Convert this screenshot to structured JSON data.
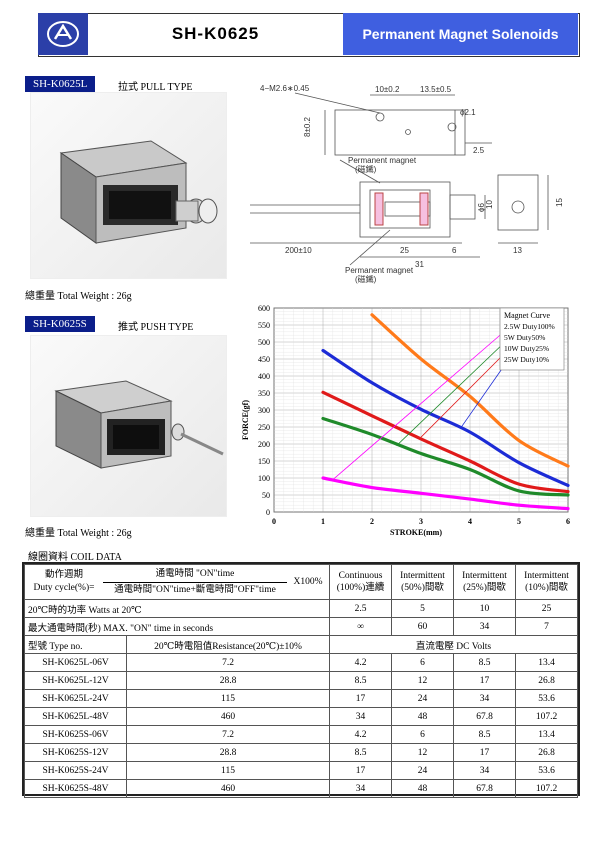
{
  "header": {
    "model": "SH-K0625",
    "title": "Permanent Magnet Solenoids"
  },
  "pull": {
    "tag": "SH-K0625L",
    "type_label": "拉式 PULL TYPE",
    "weight": "總重量 Total Weight : 26g"
  },
  "push": {
    "tag": "SH-K0625S",
    "type_label": "推式 PUSH TYPE",
    "weight": "總重量 Total Weight : 26g"
  },
  "drawing": {
    "hole_callout": "4−M2.6∗0.45",
    "dim_10": "10±0.2",
    "dim_13_5": "13.5±0.5",
    "dim_phi2_1": "ϕ2.1",
    "dim_8": "8±0.2",
    "dim_2_5": "2.5",
    "magnet_top": "Permanent magnet",
    "magnet_top_cn": "(磁鐵)",
    "dim_phi6": "ϕ6",
    "dim_10v": "10",
    "dim_15": "15",
    "dim_200": "200±10",
    "dim_25": "25",
    "dim_6": "6",
    "dim_31": "31",
    "dim_13": "13",
    "magnet_bot": "Permanent magnet",
    "magnet_bot_cn": "(磁鐵)"
  },
  "chart_data": {
    "type": "line",
    "legend_title": "Magnet Curve",
    "xlabel": "STROKE(mm)",
    "ylabel": "FORCE(gf)",
    "xlim": [
      0,
      6
    ],
    "ylim": [
      0,
      600
    ],
    "x_ticks": [
      "0",
      "1",
      "2",
      "3",
      "4",
      "5",
      "6"
    ],
    "y_ticks": [
      "0",
      "50",
      "100",
      "150",
      "200",
      "250",
      "300",
      "350",
      "400",
      "450",
      "500",
      "550",
      "600"
    ],
    "series": [
      {
        "name": "2.5W  Duty100%",
        "color": "#ff00ff",
        "x": [
          1,
          2,
          3,
          4,
          5,
          6
        ],
        "y": [
          100,
          72,
          55,
          38,
          20,
          10
        ]
      },
      {
        "name": "5W    Duty50%",
        "color": "#1f8a2a",
        "x": [
          1,
          2,
          3,
          4,
          5,
          6
        ],
        "y": [
          275,
          228,
          172,
          125,
          62,
          50
        ]
      },
      {
        "name": "10W  Duty25%",
        "color": "#e01a1a",
        "x": [
          1,
          2,
          3,
          4,
          5,
          6
        ],
        "y": [
          352,
          283,
          215,
          150,
          82,
          60
        ]
      },
      {
        "name": "25W  Duty10%",
        "color": "#1c2bd6",
        "x": [
          1,
          2,
          3,
          4,
          5,
          6
        ],
        "y": [
          475,
          380,
          302,
          235,
          145,
          78
        ]
      },
      {
        "name": "",
        "color": "#ff7a1a",
        "x": [
          2,
          3,
          4,
          5,
          6
        ],
        "y": [
          580,
          450,
          340,
          210,
          135
        ]
      }
    ],
    "grid": true,
    "legend_position": "top-right"
  },
  "coil": {
    "section_title": "線圈資料 COIL DATA",
    "duty_label_cn": "動作週期",
    "duty_label_en": "Duty cycle(%)=",
    "frac_top": "通電時間 \"ON\"time",
    "frac_bot": "通電時間\"ON\"time+斷電時間\"OFF\"time",
    "x100": "X100%",
    "cols": [
      "Continuous (100%)連續",
      "Intermittent (50%)間歇",
      "Intermittent (25%)間歇",
      "Intermittent (10%)間歇"
    ],
    "power_label": "20℃時的功率     Watts at 20℃",
    "power": [
      "2.5",
      "5",
      "10",
      "25"
    ],
    "maxon_label": "最大通電時間(秒) MAX. \"ON\" time in seconds",
    "maxon": [
      "∞",
      "60",
      "34",
      "7"
    ],
    "type_label": "型號 Type no.",
    "res_label": "20℃時電阻值Resistance(20℃)±10%",
    "dc_label": "直流電壓 DC Volts",
    "rows": [
      {
        "type": "SH-K0625L-06V",
        "res": "7.2",
        "v": [
          "4.2",
          "6",
          "8.5",
          "13.4"
        ]
      },
      {
        "type": "SH-K0625L-12V",
        "res": "28.8",
        "v": [
          "8.5",
          "12",
          "17",
          "26.8"
        ]
      },
      {
        "type": "SH-K0625L-24V",
        "res": "115",
        "v": [
          "17",
          "24",
          "34",
          "53.6"
        ]
      },
      {
        "type": "SH-K0625L-48V",
        "res": "460",
        "v": [
          "34",
          "48",
          "67.8",
          "107.2"
        ]
      },
      {
        "type": "SH-K0625S-06V",
        "res": "7.2",
        "v": [
          "4.2",
          "6",
          "8.5",
          "13.4"
        ]
      },
      {
        "type": "SH-K0625S-12V",
        "res": "28.8",
        "v": [
          "8.5",
          "12",
          "17",
          "26.8"
        ]
      },
      {
        "type": "SH-K0625S-24V",
        "res": "115",
        "v": [
          "17",
          "24",
          "34",
          "53.6"
        ]
      },
      {
        "type": "SH-K0625S-48V",
        "res": "460",
        "v": [
          "34",
          "48",
          "67.8",
          "107.2"
        ]
      }
    ]
  }
}
